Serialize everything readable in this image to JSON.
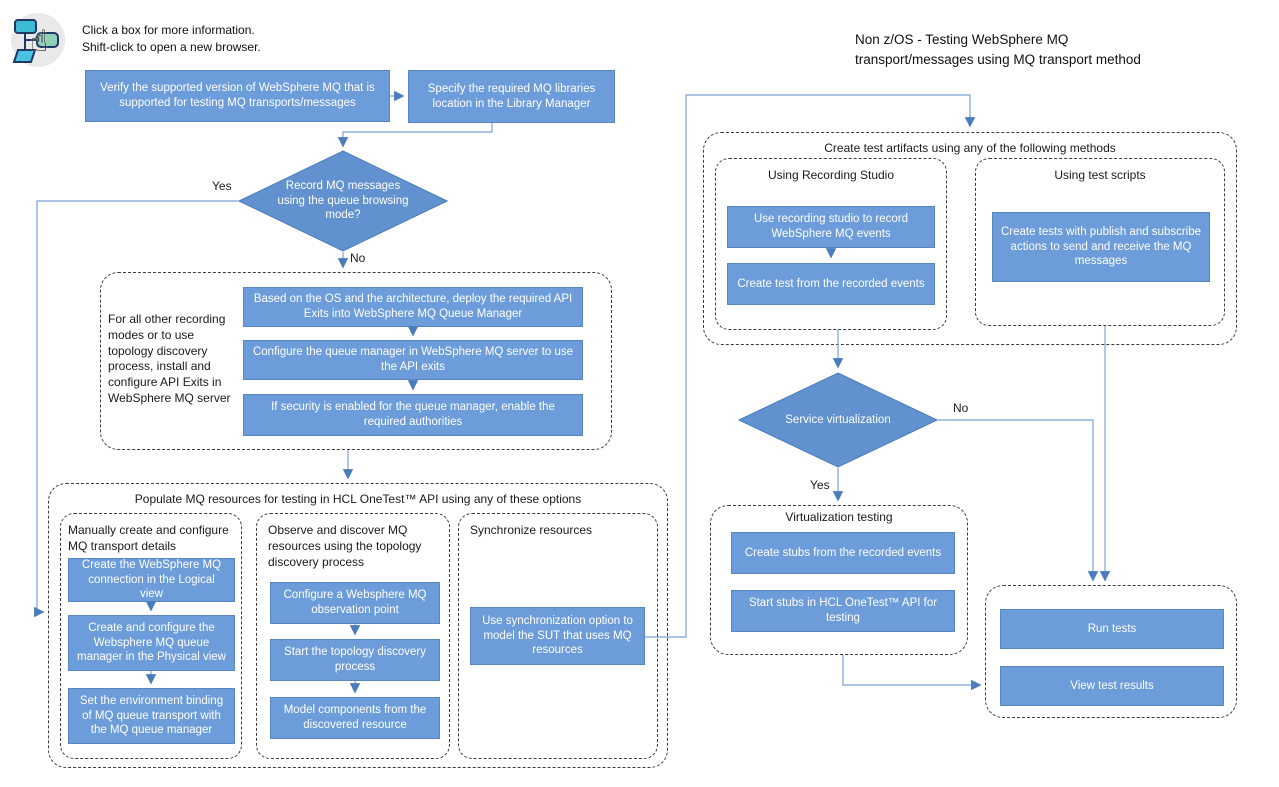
{
  "colors": {
    "box_fill": "#6c9cd9",
    "box_border": "#5a86c0",
    "diamond_fill": "#6191ce",
    "diamond_border": "#4a7ebb",
    "connector": "#8fb0de",
    "arrow": "#4b7dbd",
    "dashed_border": "#3c3c3c",
    "icon_teal": "#3bbcd4"
  },
  "legend": {
    "line1": "Click a box for more information.",
    "line2": "Shift-click to open a new browser."
  },
  "title": {
    "line1": "Non z/OS - Testing WebSphere MQ",
    "line2": "transport/messages using MQ transport method"
  },
  "steps": {
    "verify": "Verify the supported version of WebSphere MQ that is supported for testing MQ transports/messages",
    "specify": "Specify the required  MQ libraries location in the Library Manager"
  },
  "decisions": {
    "record": {
      "text": "Record MQ messages using the queue browsing mode?",
      "yes": "Yes",
      "no": "No"
    },
    "virtualization": {
      "text": "Service virtualization",
      "yes": "Yes",
      "no": "No"
    }
  },
  "api_exits": {
    "note": "For all other recording modes or to use topology discovery process, install and configure API Exits in WebSphere MQ server",
    "steps": [
      "Based on the OS and the architecture, deploy the required API Exits into WebSphere MQ Queue Manager",
      "Configure the queue manager in WebSphere MQ server to use the API exits",
      "If security is enabled for the queue manager, enable the required authorities"
    ]
  },
  "populate": {
    "title": "Populate MQ resources for testing in HCL OneTest™ API using any of these options",
    "manual": {
      "title": "Manually create and configure MQ transport details",
      "steps": [
        "Create the WebSphere MQ connection in the Logical view",
        "Create and configure the Websphere MQ queue manager in the Physical view",
        "Set the environment binding of MQ queue transport with the MQ queue manager"
      ]
    },
    "observe": {
      "title": "Observe and discover MQ resources using the topology discovery process",
      "steps": [
        "Configure a Websphere MQ observation point",
        "Start the topology discovery process",
        "Model components from the discovered resource"
      ]
    },
    "sync": {
      "title": "Synchronize resources",
      "steps": [
        "Use synchronization option to model the SUT that uses MQ resources"
      ]
    }
  },
  "artifacts": {
    "title": "Create test artifacts using any of the following methods",
    "recording": {
      "title": "Using Recording Studio",
      "steps": [
        "Use recording studio to record WebSphere MQ events",
        "Create test from the recorded events"
      ]
    },
    "scripts": {
      "title": "Using test scripts",
      "steps": [
        "Create tests with publish and subscribe actions to send and receive the MQ messages"
      ]
    }
  },
  "virtualization_testing": {
    "title": "Virtualization testing",
    "steps": [
      "Create stubs from the recorded events",
      "Start stubs in HCL OneTest™ API for testing"
    ]
  },
  "run": {
    "steps": [
      "Run tests",
      "View test results"
    ]
  }
}
